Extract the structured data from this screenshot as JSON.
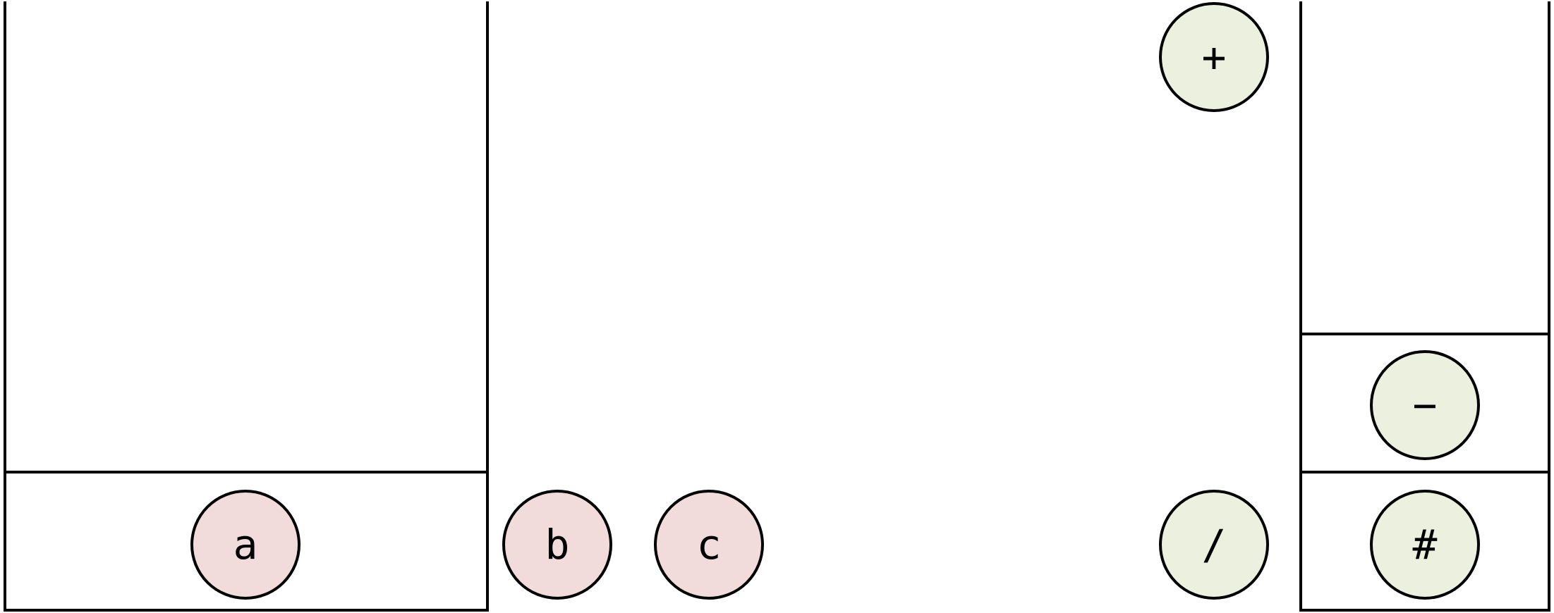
{
  "left_stack": {
    "items": [
      {
        "label": "a",
        "color": "#f2dcdb"
      }
    ]
  },
  "input_queue": [
    {
      "label": "b",
      "color": "#f2dcdb"
    },
    {
      "label": "c",
      "color": "#f2dcdb"
    }
  ],
  "operators_free": [
    {
      "label": "+",
      "color": "#ebf1de"
    },
    {
      "label": "/",
      "color": "#ebf1de"
    }
  ],
  "right_stack": {
    "items": [
      {
        "label": "−",
        "color": "#ebf1de"
      },
      {
        "label": "#",
        "color": "#ebf1de"
      }
    ]
  }
}
